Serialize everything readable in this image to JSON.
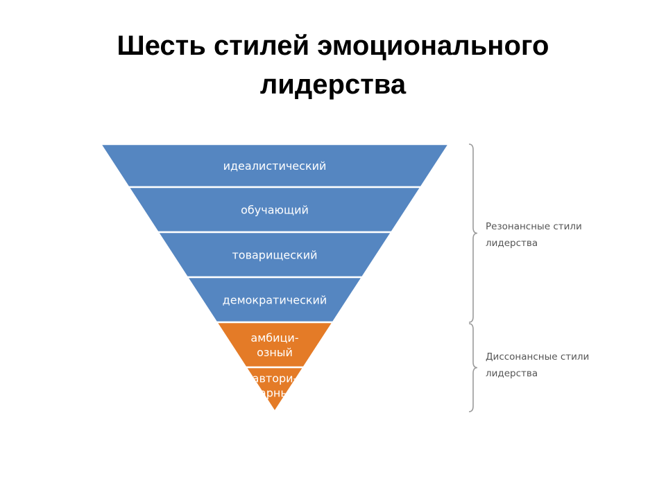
{
  "title": {
    "line1": "Шесть стилей эмоционального",
    "line2": "лидерства"
  },
  "colors": {
    "resonant": "#5586c1",
    "dissonant": "#e47b27",
    "divider": "#ffffff",
    "brace": "#9a9a9a"
  },
  "tiers": [
    {
      "lines": [
        "идеалистический"
      ],
      "group": "resonant"
    },
    {
      "lines": [
        "обучающий"
      ],
      "group": "resonant"
    },
    {
      "lines": [
        "товарищеский"
      ],
      "group": "resonant"
    },
    {
      "lines": [
        "демократический"
      ],
      "group": "resonant"
    },
    {
      "lines": [
        "амбици-",
        "озный"
      ],
      "group": "dissonant"
    },
    {
      "lines": [
        "автори-",
        "тарный"
      ],
      "group": "dissonant"
    }
  ],
  "groups": {
    "resonant": {
      "label_lines": [
        "Резонансные стили",
        "лидерства"
      ]
    },
    "dissonant": {
      "label_lines": [
        "Диссонансные стили",
        "лидерства"
      ]
    }
  }
}
